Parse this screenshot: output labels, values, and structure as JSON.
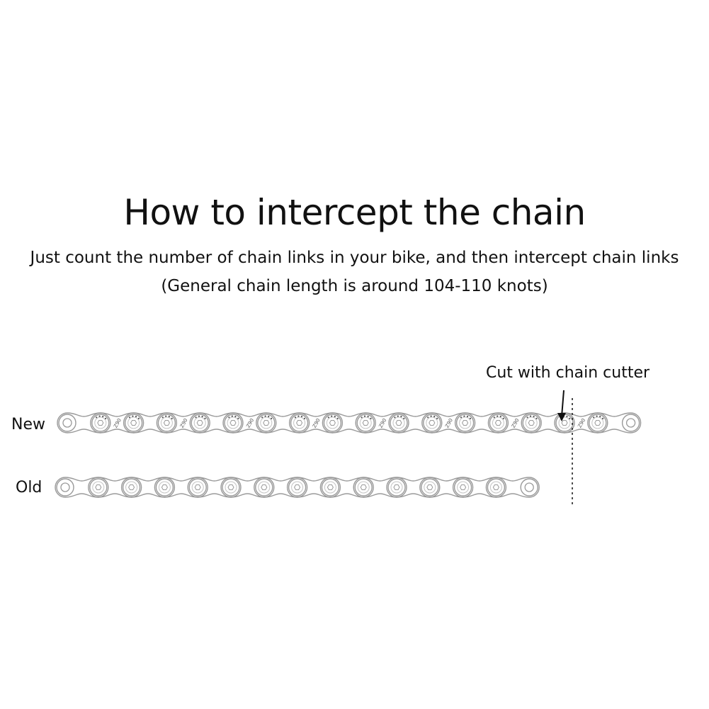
{
  "title": "How to intercept the chain",
  "subtitle_line1": "Just count the number of chain links in your bike, and then intercept chain links",
  "subtitle_line2": "(General chain length is around 104-110 knots)",
  "callout": "Cut with chain cutter",
  "labels": {
    "new": "New",
    "old": "Old"
  },
  "chains": {
    "new": {
      "rollers": 18,
      "plate_mark": "Z90"
    },
    "old": {
      "rollers": 15
    }
  },
  "colors": {
    "text": "#111111",
    "line": "#9a9a9a",
    "mark": "#555555"
  }
}
